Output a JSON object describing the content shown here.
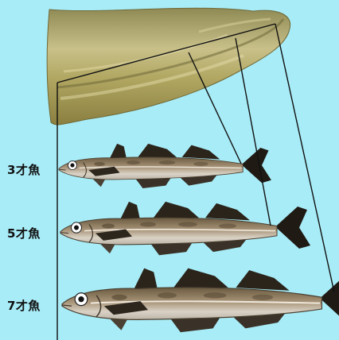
{
  "background_color": "#a8ecf7",
  "otolith": {
    "icon": "otolith-image",
    "color": "#b7ad6f"
  },
  "fish": [
    {
      "label": "3才魚",
      "icon": "cod-fish-illustration"
    },
    {
      "label": "5才魚",
      "icon": "cod-fish-illustration"
    },
    {
      "label": "7才魚",
      "icon": "cod-fish-illustration"
    }
  ]
}
